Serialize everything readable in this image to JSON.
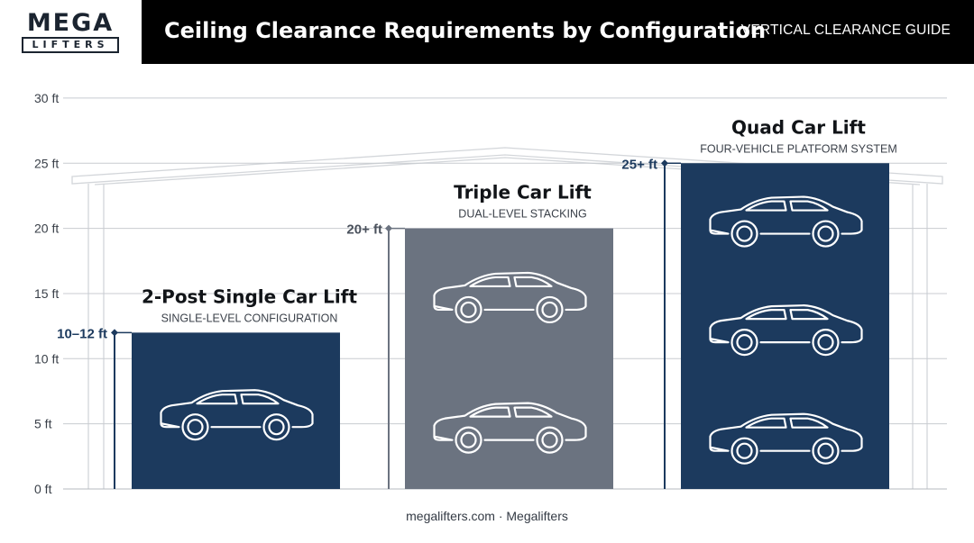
{
  "header": {
    "logo_top": "MEGA",
    "logo_bottom": "LIFTERS",
    "title": "Ceiling Clearance Requirements by Configuration",
    "subtitle": "VERTICAL CLEARANCE GUIDE"
  },
  "footer": {
    "text": "megalifters.com · Megalifters"
  },
  "colors": {
    "navy": "#1c3a5e",
    "slate": "#6b7380",
    "grid": "#c8cbd0",
    "axis_text": "#3a4049"
  },
  "chart_data": {
    "type": "bar",
    "ylim": [
      0,
      30
    ],
    "yticks": [
      0,
      5,
      10,
      15,
      20,
      25,
      30
    ],
    "ytick_labels": [
      "0 ft",
      "5 ft",
      "10 ft",
      "15 ft",
      "20 ft",
      "25 ft",
      "30 ft"
    ],
    "grid": true,
    "bars": [
      {
        "name": "2-Post Single Car Lift",
        "subtitle": "SINGLE-LEVEL CONFIGURATION",
        "value": 12,
        "marker_label": "10–12 ft",
        "cars": 1,
        "color": "#1c3a5e"
      },
      {
        "name": "Triple Car Lift",
        "subtitle": "DUAL-LEVEL STACKING",
        "value": 20,
        "marker_label": "20+ ft",
        "cars": 2,
        "color": "#6b7380"
      },
      {
        "name": "Quad Car Lift",
        "subtitle": "FOUR-VEHICLE PLATFORM SYSTEM",
        "value": 25,
        "marker_label": "25+ ft",
        "cars": 3,
        "color": "#1c3a5e"
      }
    ]
  }
}
